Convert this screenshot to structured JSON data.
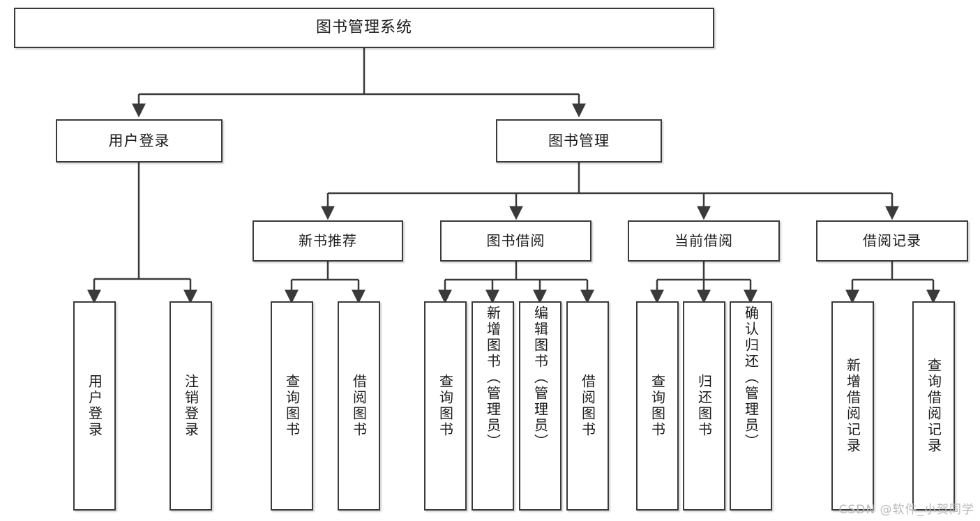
{
  "diagram": {
    "type": "tree",
    "title": "图书管理系统",
    "orientation": "top-down",
    "colors": {
      "box_border": "#3a3a3a",
      "box_fill": "#ffffff",
      "connector": "#3a3a3a",
      "text": "#1a1a1a",
      "watermark": "#b9b9b9"
    }
  },
  "root": {
    "label": "图书管理系统"
  },
  "level2": [
    {
      "label": "用户登录"
    },
    {
      "label": "图书管理"
    }
  ],
  "level3": [
    {
      "label": "新书推荐"
    },
    {
      "label": "图书借阅"
    },
    {
      "label": "当前借阅"
    },
    {
      "label": "借阅记录"
    }
  ],
  "leaves": {
    "user_login": [
      {
        "label": "用户登录"
      },
      {
        "label": "注销登录"
      }
    ],
    "new_book": [
      {
        "label": "查询图书"
      },
      {
        "label": "借阅图书"
      }
    ],
    "borrow_book": [
      {
        "label": "查询图书"
      },
      {
        "label": "新增图书（管理员）"
      },
      {
        "label": "编辑图书（管理员）"
      },
      {
        "label": "借阅图书"
      }
    ],
    "current_borrow": [
      {
        "label": "查询图书"
      },
      {
        "label": "归还图书"
      },
      {
        "label": "确认归还（管理员）"
      }
    ],
    "borrow_record": [
      {
        "label": "新增借阅记录"
      },
      {
        "label": "查询借阅记录"
      }
    ]
  },
  "watermark": {
    "text": "CSDN @软件_小贺同学"
  }
}
